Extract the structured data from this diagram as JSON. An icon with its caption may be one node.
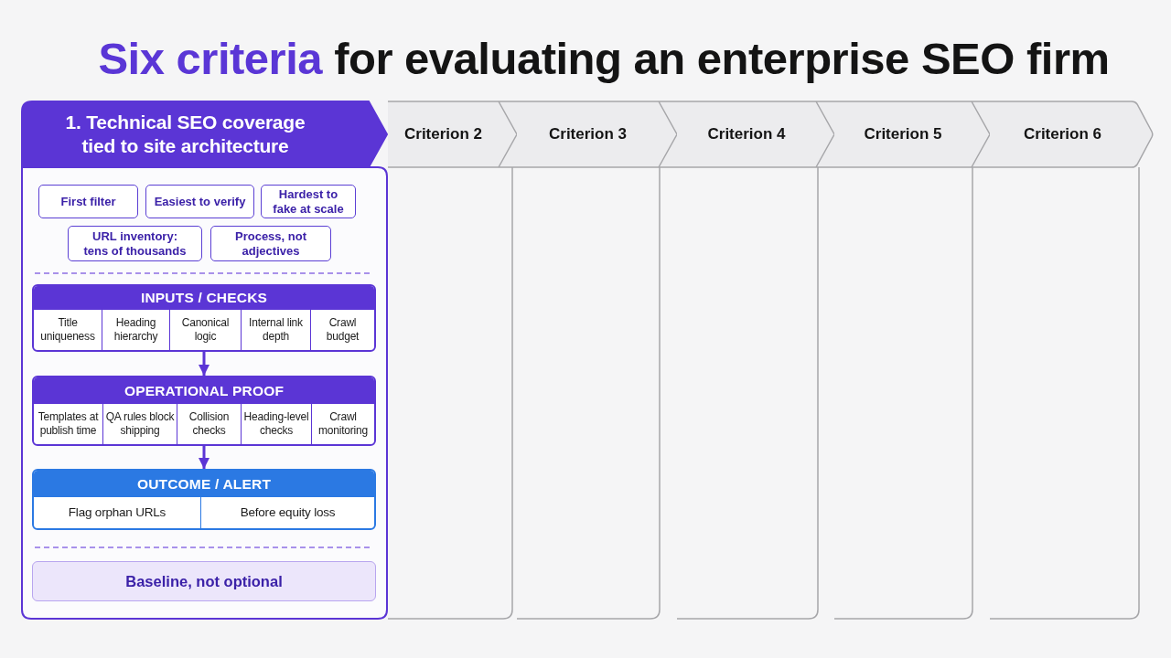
{
  "diagram": {
    "title": "**Six criteria** for evaluating an enterprise SEO firm",
    "nodes": [
      {
        "text": [
          "1. Technical SEO coverage tied to site architecture"
        ]
      },
      {
        "text": [
          "Criterion 2"
        ]
      },
      {
        "text": [
          "Criterion 3"
        ]
      },
      {
        "text": [
          "Criterion 4"
        ]
      },
      {
        "text": [
          "Criterion 5"
        ]
      },
      {
        "text": [
          "Criterion 6"
        ]
      },
      {
        "text": [
          "First filter"
        ],
        "in": 0
      },
      {
        "text": [
          "Easiest to verify"
        ],
        "in": 0
      },
      {
        "text": [
          "Hardest to fake at scale"
        ],
        "in": 0
      },
      {
        "text": [
          "URL inventory: tens of thousands"
        ],
        "in": 0
      },
      {
        "text": [
          "Process, not adjectives"
        ],
        "in": 0
      },
      {
        "text": [
          "INPUTS / CHECKS"
        ],
        "in": 0
      },
      {
        "text": [
          "Title uniqueness"
        ],
        "in": 11
      },
      {
        "text": [
          "Heading hierarchy"
        ],
        "in": 11
      },
      {
        "text": [
          "Canonical logic"
        ],
        "in": 11
      },
      {
        "text": [
          "Internal link depth"
        ],
        "in": 11
      },
      {
        "text": [
          "Crawl budget"
        ],
        "in": 11
      },
      {
        "text": [
          "OPERATIONAL PROOF"
        ],
        "in": 0
      },
      {
        "text": [
          "Templates at publish time"
        ],
        "in": 17
      },
      {
        "text": [
          "QA rules block shipping"
        ],
        "in": 17
      },
      {
        "text": [
          "Collision checks"
        ],
        "in": 17
      },
      {
        "text": [
          "Heading-level checks"
        ],
        "in": 17
      },
      {
        "text": [
          "Crawl monitoring"
        ],
        "in": 17
      },
      {
        "text": [
          "OUTCOME / ALERT"
        ],
        "in": 0
      },
      {
        "text": [
          "Flag orphan URLs"
        ],
        "in": 23
      },
      {
        "text": [
          "Before equity loss"
        ],
        "in": 23
      },
      {
        "text": [
          "Baseline, not optional"
        ],
        "in": 0
      }
    ],
    "edges": [
      {
        "from": 11,
        "to": 17,
        "arrow": "to"
      },
      {
        "from": 17,
        "to": 23,
        "arrow": "to"
      }
    ]
  }
}
